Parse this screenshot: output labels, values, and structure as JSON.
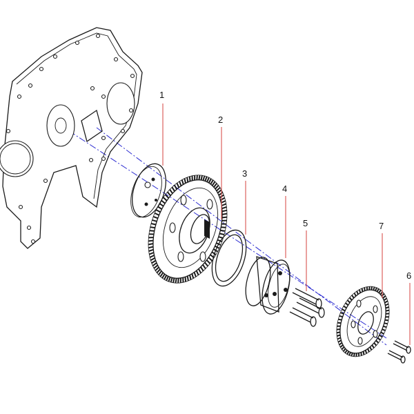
{
  "diagram": {
    "type": "exploded-assembly",
    "accent_color": "#d9534f",
    "axis_color": "#2a2ad0",
    "callouts": [
      {
        "id": "1",
        "label": "1"
      },
      {
        "id": "2",
        "label": "2"
      },
      {
        "id": "3",
        "label": "3"
      },
      {
        "id": "4",
        "label": "4"
      },
      {
        "id": "5",
        "label": "5"
      },
      {
        "id": "6",
        "label": "6"
      },
      {
        "id": "7",
        "label": "7"
      }
    ]
  }
}
